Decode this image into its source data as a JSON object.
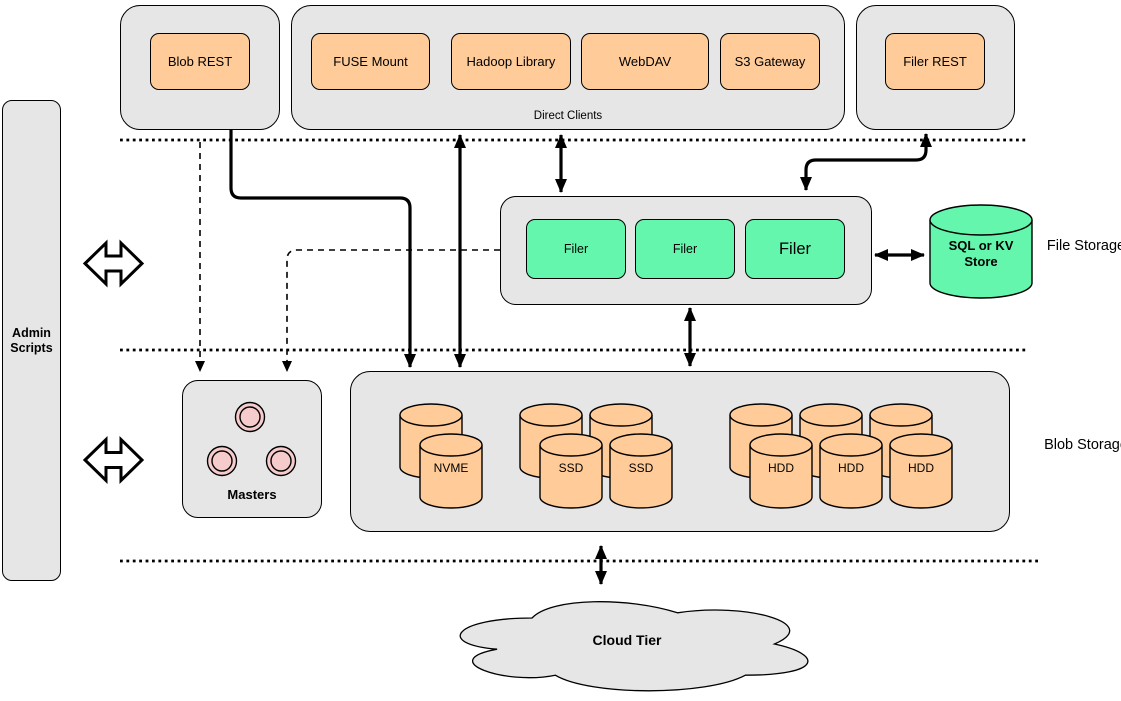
{
  "admin": {
    "label": "Admin Scripts"
  },
  "clients": {
    "blob_rest": "Blob REST",
    "direct": {
      "caption": "Direct Clients",
      "items": [
        "FUSE Mount",
        "Hadoop Library",
        "WebDAV",
        "S3 Gateway"
      ]
    },
    "filer_rest": "Filer REST"
  },
  "file_storage": {
    "tier_label": "File Storage",
    "filers": [
      "Filer",
      "Filer",
      "Filer"
    ],
    "store_label": "SQL or KV Store"
  },
  "blob_storage": {
    "tier_label": "Blob Storage",
    "masters_label": "Masters",
    "disks": [
      "NVME",
      "SSD",
      "SSD",
      "HDD",
      "HDD",
      "HDD"
    ]
  },
  "cloud": {
    "label": "Cloud Tier"
  },
  "colors": {
    "container": "#E6E6E6",
    "node_orange": "#FFCC99",
    "node_green": "#64F6AC",
    "master_pink": "#F5CBCB",
    "line": "#000000"
  }
}
